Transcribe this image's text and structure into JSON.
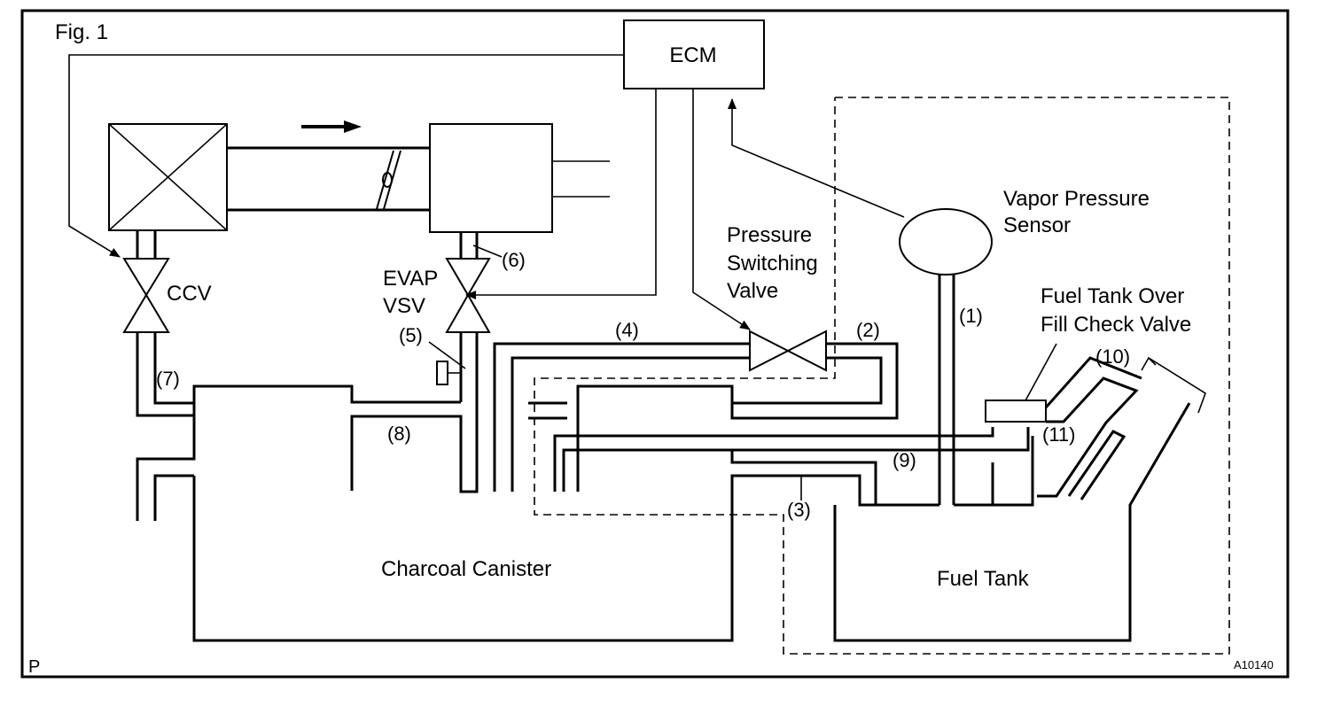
{
  "figure": {
    "label": "Fig. 1",
    "corner_mark": "P",
    "code": "A10140"
  },
  "components": {
    "ecm": "ECM",
    "vapor_pressure_sensor": [
      "Vapor Pressure",
      "Sensor"
    ],
    "pressure_switching_valve": [
      "Pressure",
      "Switching",
      "Valve"
    ],
    "fuel_tank_over_fill_check_valve": [
      "Fuel Tank Over",
      "Fill Check Valve"
    ],
    "ccv": "CCV",
    "evap_vsv": [
      "EVAP",
      "VSV"
    ],
    "charcoal_canister": "Charcoal Canister",
    "fuel_tank": "Fuel Tank"
  },
  "callouts": [
    "(1)",
    "(2)",
    "(3)",
    "(4)",
    "(5)",
    "(6)",
    "(7)",
    "(8)",
    "(9)",
    "(10)",
    "(11)"
  ]
}
